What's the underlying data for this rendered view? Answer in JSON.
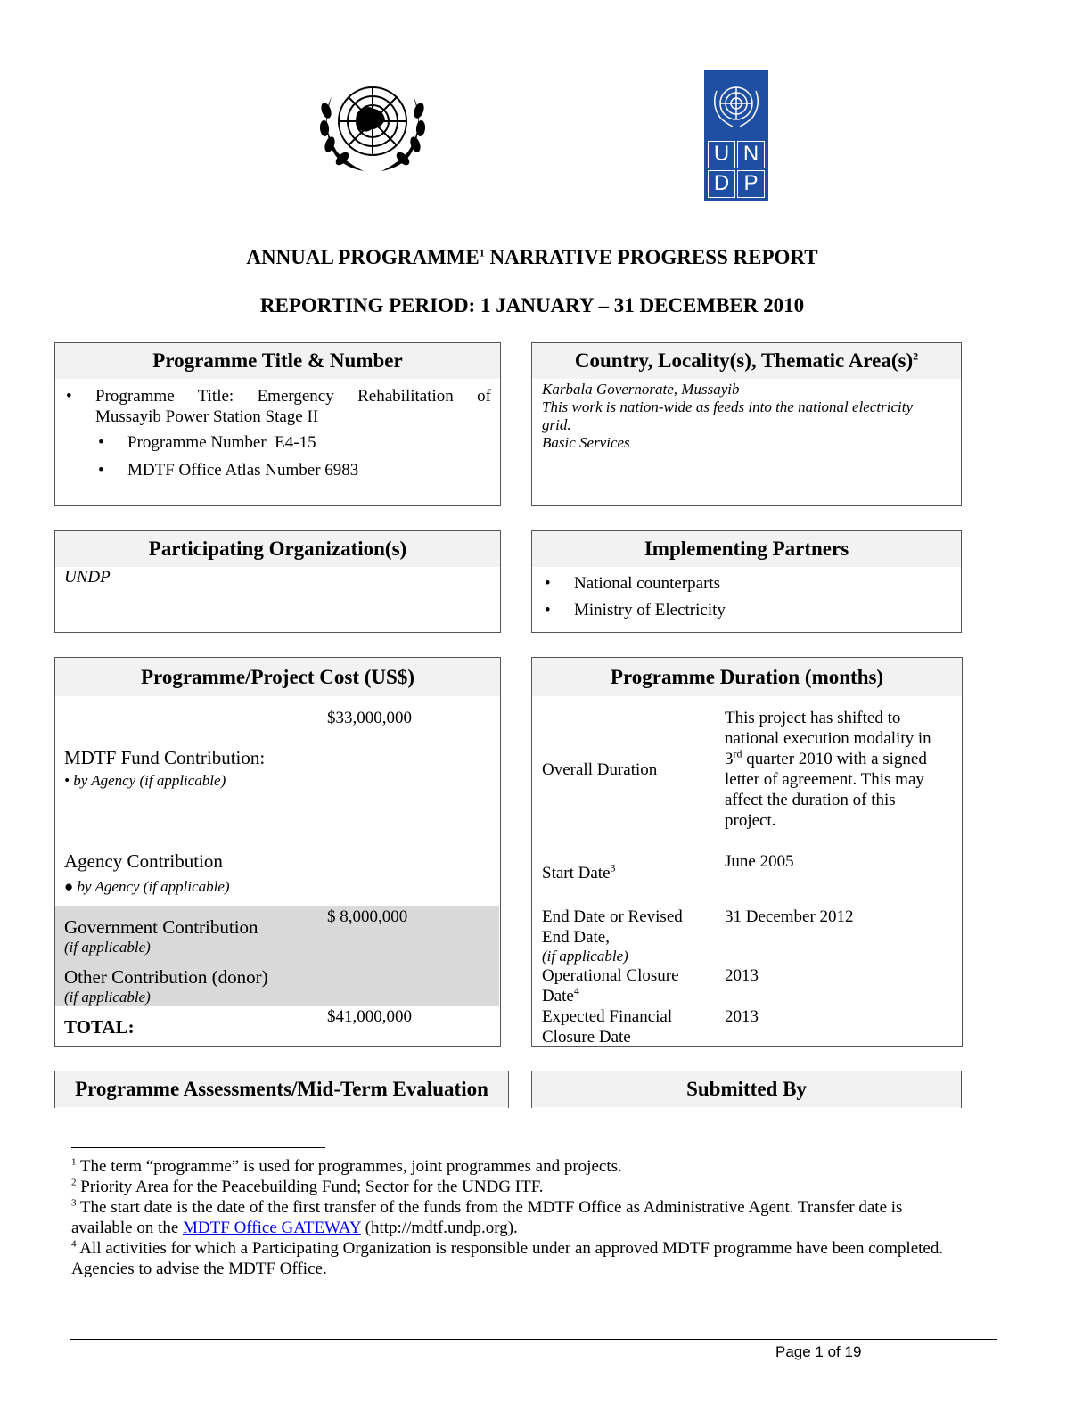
{
  "header": {
    "title_part1": "ANNUAL PROGRAMME",
    "title_sup": "1",
    "title_part2": " NARRATIVE PROGRESS REPORT",
    "reporting_period": "REPORTING PERIOD: 1 JANUARY – 31 DECEMBER 2010",
    "undp_letters": [
      "U",
      "N",
      "D",
      "P"
    ]
  },
  "programme_title_box": {
    "heading": "Programme Title & Number",
    "title_line1": "Programme Title: Emergency Rehabilitation of",
    "title_line2": "Mussayib Power Station Stage II",
    "number": "Programme Number  E4-15",
    "atlas": "MDTF Office Atlas Number 6983"
  },
  "country_box": {
    "heading": "Country, Locality(s), Thematic Area(s)",
    "heading_sup": "2",
    "lines": [
      "Karbala Governorate, Mussayib",
      "This work is nation-wide as feeds into the national electricity",
      "grid.",
      "Basic Services"
    ]
  },
  "participating_box": {
    "heading": "Participating Organization(s)",
    "value": "UNDP"
  },
  "implementing_box": {
    "heading": "Implementing Partners",
    "items": [
      "National counterparts",
      "Ministry of Electricity"
    ]
  },
  "cost_box": {
    "heading": "Programme/Project Cost (US$)",
    "mdtf_amount": "$33,000,000",
    "mdtf_label": "MDTF Fund Contribution:",
    "mdtf_sub": "by Agency (if applicable)",
    "agency_label": "Agency Contribution",
    "agency_sub": "by Agency (if applicable)",
    "gov_label": "Government Contribution",
    "gov_sub": "(if applicable)",
    "gov_amount": "$ 8,000,000",
    "other_label": "Other Contribution (donor)",
    "other_sub": "(if applicable)",
    "total_label": "TOTAL:",
    "total_amount": "$41,000,000"
  },
  "duration_box": {
    "heading": "Programme Duration (months)",
    "overall_label": "Overall Duration",
    "overall_value_lines": [
      "This project has shifted to",
      "national execution modality in",
      "quarter 2010 with a signed",
      "letter of agreement. This may",
      "affect the duration of this",
      "project."
    ],
    "overall_ordinal": "3",
    "overall_ordinal_sup": "rd",
    "start_label": "Start Date",
    "start_sup": "3",
    "start_value": "June 2005",
    "end_label_1": "End Date or Revised",
    "end_label_2": "End Date,",
    "end_label_3": "(if applicable)",
    "end_value": "31 December 2012",
    "op_label_1": "Operational Closure",
    "op_label_2": "Date",
    "op_sup": "4",
    "op_value": "2013",
    "fin_label_1": "Expected Financial",
    "fin_label_2": "Closure Date",
    "fin_value": "2013"
  },
  "assessment_box": {
    "heading": "Programme Assessments/Mid-Term Evaluation"
  },
  "submitted_box": {
    "heading": "Submitted By"
  },
  "footnotes": {
    "fn1_num": "1",
    "fn1_text": "The term “programme” is used for programmes, joint programmes and projects.",
    "fn2_num": "2",
    "fn2_text": "Priority Area for the Peacebuilding Fund; Sector for the UNDG ITF.",
    "fn3_num": "3",
    "fn3_text": "The start date is the date of the first transfer of the funds from the MDTF Office as Administrative Agent. Transfer date is",
    "fn3_line2_pre": "available on the ",
    "fn3_link": "MDTF Office GATEWAY",
    "fn3_line2_post": " (http://mdtf.undp.org).",
    "fn4_num": "4",
    "fn4_text": "All activities for which a Participating Organization is responsible under an approved MDTF programme have been completed.",
    "fn4_line2": "Agencies to advise the MDTF Office."
  },
  "footer": {
    "page": "Page 1 of 19"
  }
}
